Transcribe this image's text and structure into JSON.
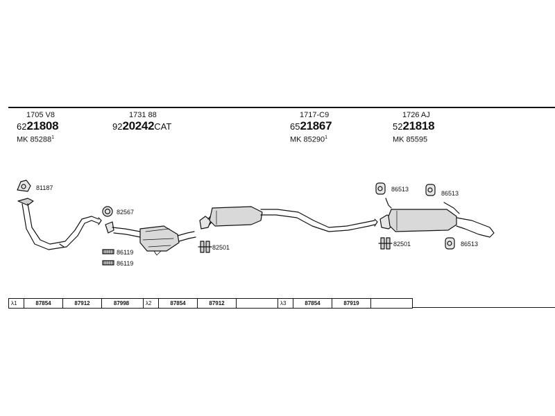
{
  "parts_header": [
    {
      "code": "1705 V8",
      "num_prefix": "62",
      "num_main": "21808",
      "num_suffix": "",
      "mk": "MK 85288",
      "mk_sup": "1"
    },
    {
      "code": "1731 88",
      "num_prefix": "92",
      "num_main": "20242",
      "num_suffix": "CAT",
      "mk": "",
      "mk_sup": ""
    },
    {
      "code": "1717-C9",
      "num_prefix": "65",
      "num_main": "21867",
      "num_suffix": "",
      "mk": "MK 85290",
      "mk_sup": "1"
    },
    {
      "code": "1726 AJ",
      "num_prefix": "52",
      "num_main": "21818",
      "num_suffix": "",
      "mk": "MK 85595",
      "mk_sup": ""
    }
  ],
  "labels": {
    "gasket_front": "81187",
    "gasket_cat": "82567",
    "clamp_a": "86119",
    "clamp_b": "86119",
    "mount_mid": "82501",
    "rubber_1": "86513",
    "rubber_2": "86513",
    "mount_rear": "82501",
    "rubber_3": "86513"
  },
  "lambda_groups": [
    {
      "head": "λ1",
      "values": [
        "87854",
        "87912",
        "87998"
      ]
    },
    {
      "head": "λ2",
      "values": [
        "87854",
        "87912",
        ""
      ]
    },
    {
      "head": "λ3",
      "values": [
        "87854",
        "87919",
        ""
      ]
    }
  ],
  "colors": {
    "line": "#111111",
    "background": "#ffffff",
    "fill_light": "#e6e6e6",
    "fill_mid": "#cfcfcf"
  }
}
